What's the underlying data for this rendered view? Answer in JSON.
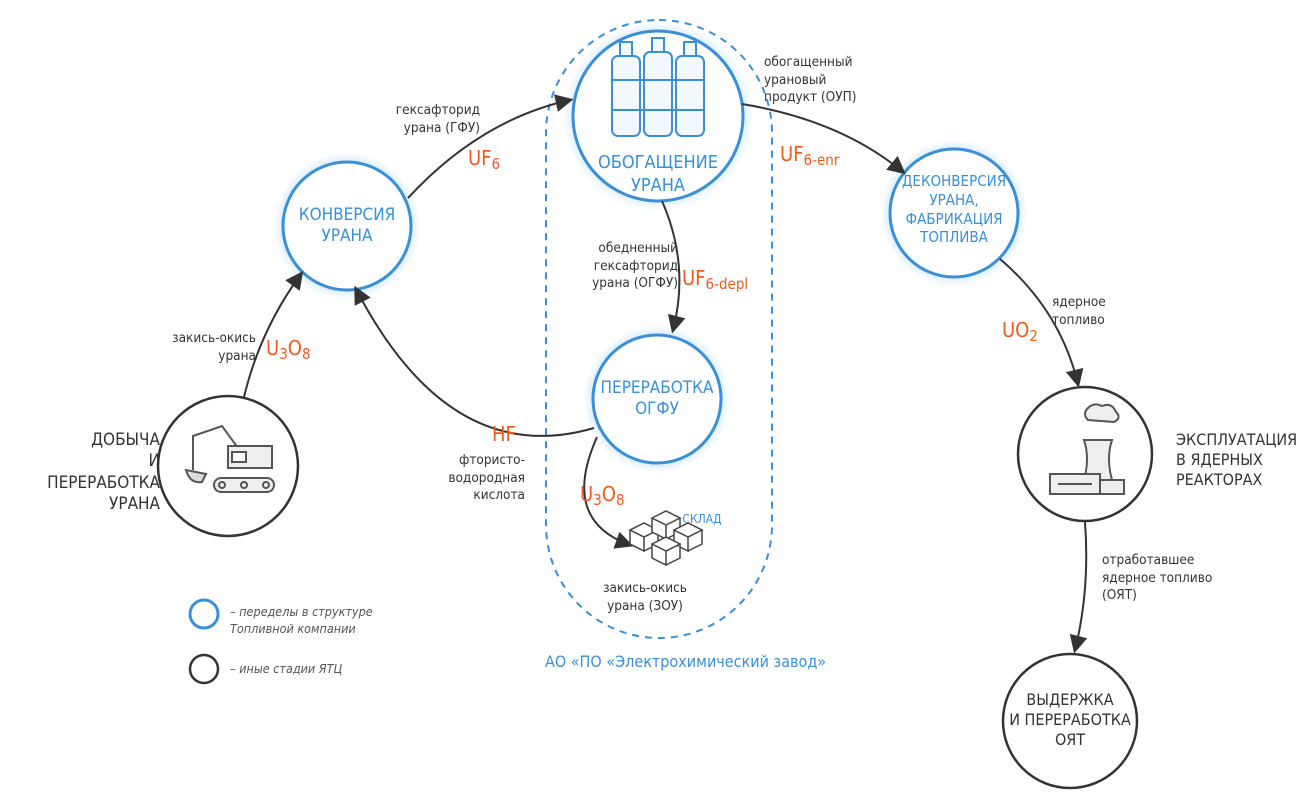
{
  "nodes": {
    "mining": "ДОБЫЧА\nИ ПЕРЕРАБОТКА\nУРАНА",
    "conversion": "КОНВЕРСИЯ\nУРАНА",
    "enrichment": "ОБОГАЩЕНИЕ\nУРАНА",
    "deconversion": "ДЕКОНВЕРСИЯ\nУРАНА,\nФАБРИКАЦИЯ\nТОПЛИВА",
    "processing_ogfu": "ПЕРЕРАБОТКА\nОГФУ",
    "operation": "ЭКСПЛУАТАЦИЯ\nВ ЯДЕРНЫХ\nРЕАКТОРАХ",
    "storage_spent": "ВЫДЕРЖКА\nИ ПЕРЕРАБОТКА\nОЯТ",
    "warehouse": "СКЛАД"
  },
  "flows": {
    "u3o8_mining": {
      "desc": "закись-окись\nурана",
      "formula": "U",
      "s1": "3",
      "o": "O",
      "s2": "8"
    },
    "uf6": {
      "desc": "гексафторид\nурана (ГФУ)",
      "formula": "UF",
      "sub": "6"
    },
    "uf6_enr": {
      "desc": "обогащенный\nурановый\nпродукт (ОУП)",
      "formula": "UF",
      "sub": "6-enr"
    },
    "uf6_depl": {
      "desc": "обедненный\nгексафторид\nурана (ОГФУ)",
      "formula": "UF",
      "sub": "6-depl"
    },
    "hf": {
      "desc": "фтористо-\nводородная\nкислота",
      "formula": "HF"
    },
    "u3o8_store": {
      "desc": "закись-окись\nурана (ЗОУ)",
      "formula": "U",
      "s1": "3",
      "o": "O",
      "s2": "8"
    },
    "uo2": {
      "desc": "ядерное\nтопливо",
      "formula": "UO",
      "sub": "2"
    },
    "snf": {
      "desc": "отработавшее\nядерное топливо\n(ОЯТ)"
    }
  },
  "plant_label": "АО «ПО «Электрохимический завод»",
  "legend": [
    {
      "type": "blue",
      "text": "– переделы в структуре\nТопливной компании"
    },
    {
      "type": "black",
      "text": "– иные стадии ЯТЦ"
    }
  ],
  "colors": {
    "blue": "#3a8fd6",
    "orange": "#ef5a1f",
    "dark": "#333333"
  }
}
